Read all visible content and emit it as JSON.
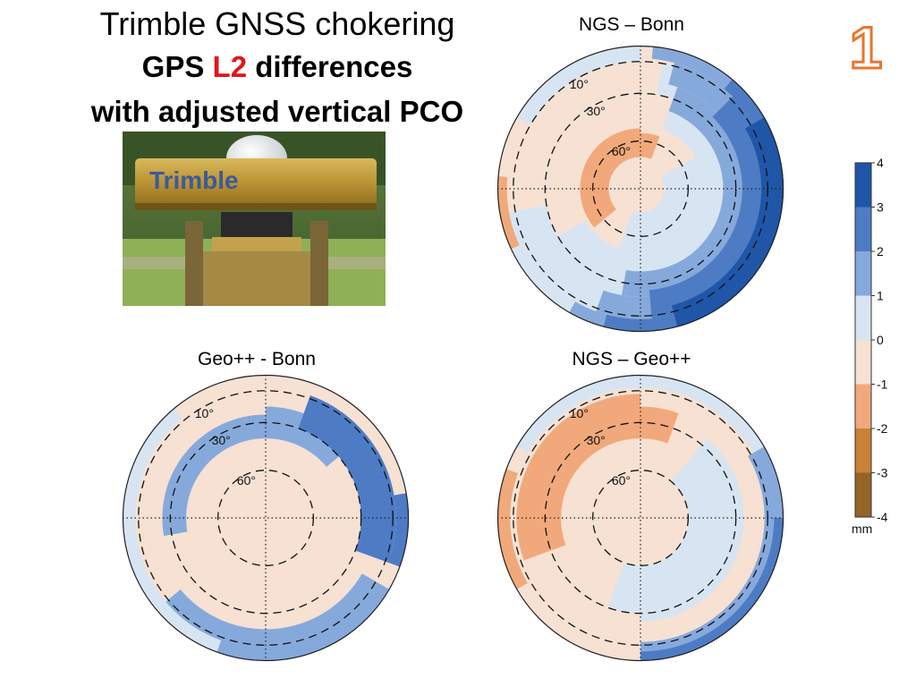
{
  "title": {
    "line1": "Trimble GNSS chokering",
    "line2_prefix": "GPS",
    "line2_highlight": "L2",
    "line2_suffix": "differences",
    "line3": "with adjusted vertical PCO",
    "highlight_color": "#e0161a"
  },
  "photo": {
    "brand_text": "Trimble"
  },
  "slide_number": "1",
  "plots": [
    {
      "label": "NGS – Bonn",
      "elevation_labels": [
        "10°",
        "30°",
        "60°"
      ]
    },
    {
      "label": "Geo++ - Bonn",
      "elevation_labels": [
        "10°",
        "30°",
        "60°"
      ]
    },
    {
      "label": "NGS – Geo++",
      "elevation_labels": [
        "10°",
        "30°",
        "60°"
      ]
    }
  ],
  "colorbar": {
    "unit": "mm",
    "ticks": [
      "4",
      "3",
      "2",
      "1",
      "0",
      "-1",
      "-2",
      "-3",
      "-4"
    ],
    "colors": [
      "#1f56a8",
      "#4d7cc4",
      "#86a9dc",
      "#d7e5f2",
      "#f6e1d3",
      "#f1a97b",
      "#c98135",
      "#946427"
    ]
  },
  "chart_data": [
    {
      "type": "heatmap",
      "projection": "polar (azimuth / elevation)",
      "title": "NGS – Bonn",
      "unit": "mm",
      "value_range": [
        -4,
        4
      ],
      "elevation_rings": [
        10,
        30,
        60
      ],
      "pattern": "positive (blue, up to ~4 mm) on east side increasing toward low elevations; negative (~-1.5 mm) patch near 60° elevation to north-west"
    },
    {
      "type": "heatmap",
      "projection": "polar (azimuth / elevation)",
      "title": "Geo++ - Bonn",
      "unit": "mm",
      "value_range": [
        -4,
        4
      ],
      "elevation_rings": [
        10,
        30,
        60
      ],
      "pattern": "mostly 0 to 2 mm in outer ring, ~2.5 mm in north-east band; centre slightly negative (~-0.5 mm)"
    },
    {
      "type": "heatmap",
      "projection": "polar (azimuth / elevation)",
      "title": "NGS – Geo++",
      "unit": "mm",
      "value_range": [
        -4,
        4
      ],
      "elevation_rings": [
        10,
        30,
        60
      ],
      "pattern": "negative (~-1.5 mm) arc in north-west at 10°–30°; positive 1–2 mm in south-east outer ring"
    }
  ]
}
